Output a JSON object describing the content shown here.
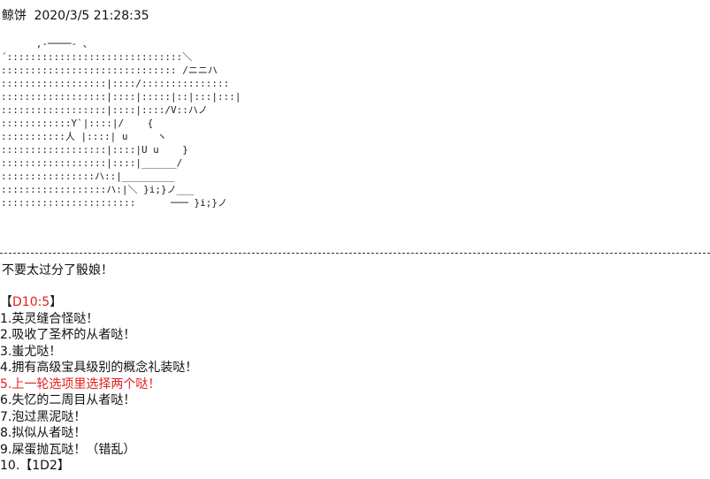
{
  "post": {
    "author": "鲸饼",
    "timestamp": "2020/3/5 21:28:35"
  },
  "ascii_art": [
    "      ,-────- 、",
    "´::::::::::::::::::::::::::::::＼",
    ":::::::::::::::::::::::::::::: /ニニハ",
    "::::::::::::::::::|::::/:::::::::::::::",
    "::::::::::::::::::|::::|:::::|::|:::|:::|",
    "::::::::::::::::::|::::|::::/V::ハノ",
    "::::::::::::Y`|::::|/    {",
    ":::::::::::人 |::::| u     ヽ",
    "::::::::::::::::::|::::|U u    }",
    "::::::::::::::::::|::::|______/",
    "::::::::::::::::ハ::|_________",
    "::::::::::::::::::ハ:|＼ }i;}ノ___",
    ":::::::::::::::::::::::      ─── }i;}ノ"
  ],
  "message": "不要太过分了骰娘！",
  "dice": {
    "open": "【",
    "roll": "D10:5",
    "close": "】"
  },
  "options": [
    "1.英灵缝合怪哒！",
    "2.吸收了圣杯的从者哒！",
    "3.蚩尤哒！",
    "4.拥有高级宝具级别的概念礼装哒！",
    "5.上一轮选项里选择两个哒！",
    "6.失忆的二周目从者哒！",
    "7.泡过黑泥哒！",
    "8.拟似从者哒！",
    "9.屎蛋抛瓦哒！（错乱）",
    "10.【1D2】"
  ],
  "colors": {
    "highlight": "#e02020",
    "text": "#111111"
  }
}
